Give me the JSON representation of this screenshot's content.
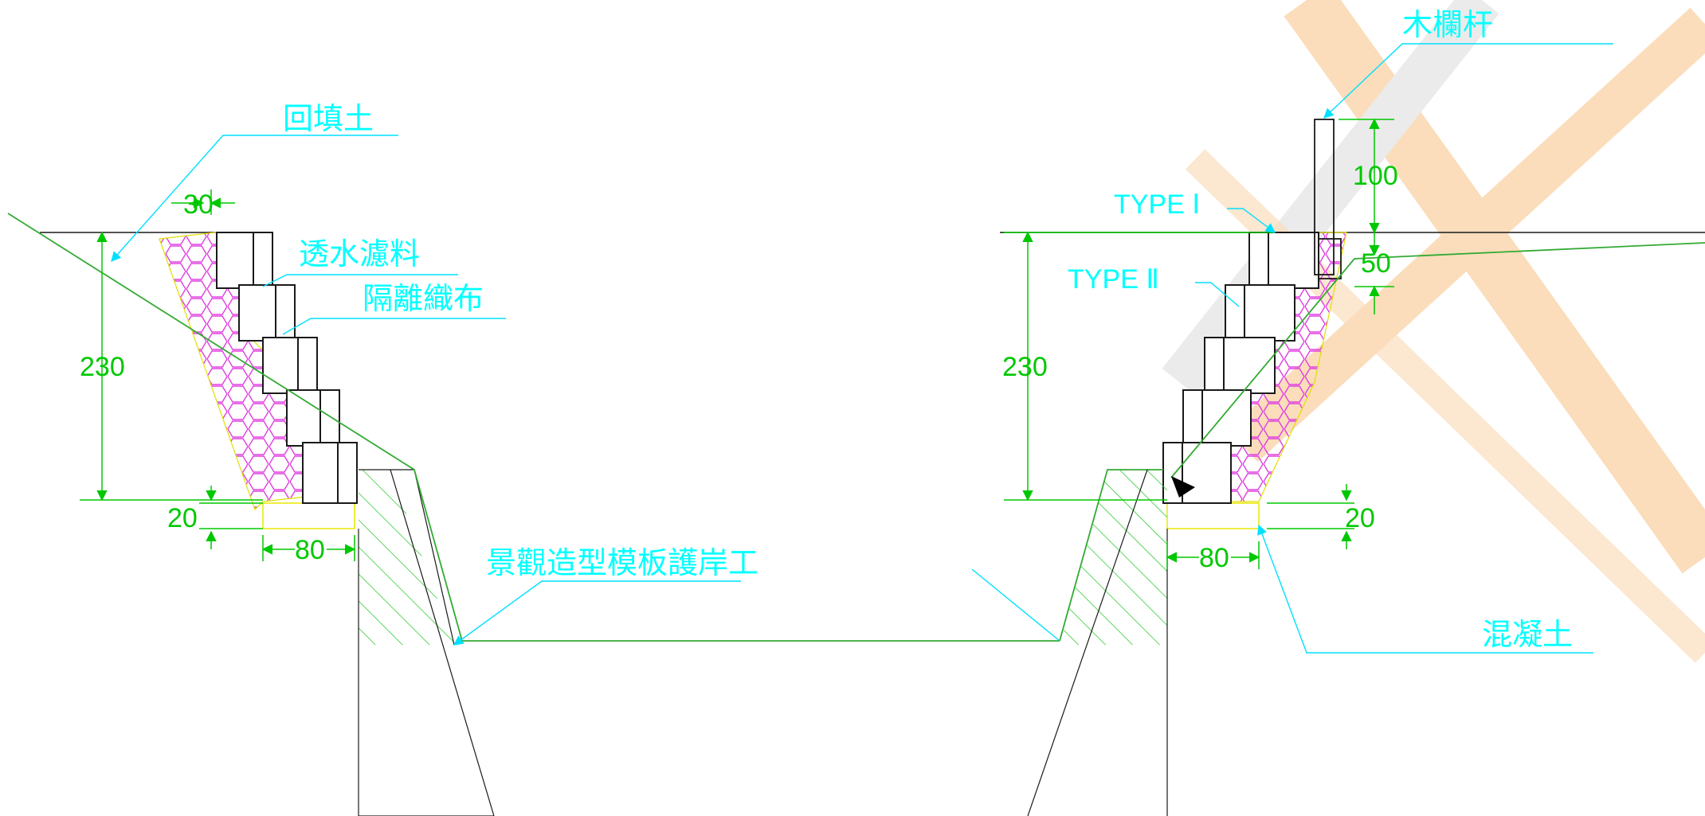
{
  "labels": {
    "backfill": "回填土",
    "filter": "透水濾料",
    "geotextile": "隔離織布",
    "railing": "木欄杆",
    "type1": "TYPE Ⅰ",
    "type2": "TYPE Ⅱ",
    "revetment": "景觀造型模板護岸工",
    "concrete": "混凝土"
  },
  "dimensions": {
    "left_height": "230",
    "left_top_offset": "30",
    "left_base_thickness": "20",
    "left_base_width": "80",
    "right_height": "230",
    "right_railing_height": "100",
    "right_top_offset": "50",
    "right_base_thickness": "20",
    "right_base_width": "80"
  },
  "colors": {
    "label": "#00ffff",
    "dimension": "#00c800",
    "outline": "#1a1a1a",
    "filter_hatch": "#e040e0",
    "concrete_base": "#e8e800",
    "hatch": "#33cc33",
    "watermark_orange": "#f5a040",
    "watermark_grey": "#c8c8c8"
  }
}
